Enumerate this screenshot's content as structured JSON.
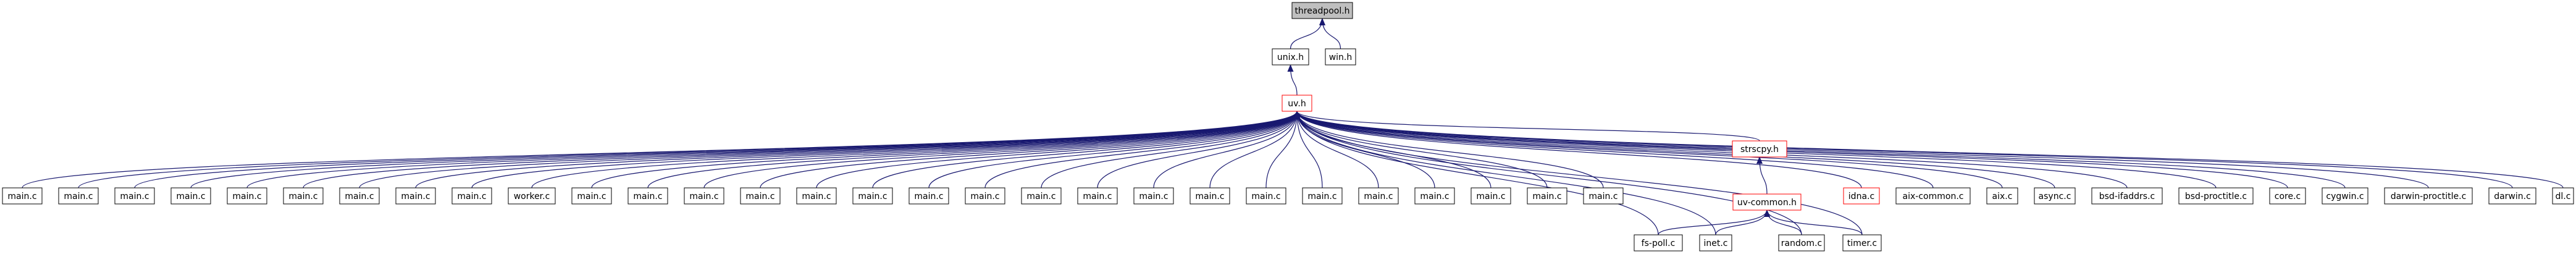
{
  "diagram": {
    "nodes": [
      {
        "id": "threadpool",
        "label": "threadpool.h",
        "style": "root"
      },
      {
        "id": "unix",
        "label": "unix.h",
        "style": "normal"
      },
      {
        "id": "win",
        "label": "win.h",
        "style": "normal"
      },
      {
        "id": "uv",
        "label": "uv.h",
        "style": "red"
      },
      {
        "id": "m1",
        "label": "main.c",
        "style": "normal"
      },
      {
        "id": "m2",
        "label": "main.c",
        "style": "normal"
      },
      {
        "id": "m3",
        "label": "main.c",
        "style": "normal"
      },
      {
        "id": "m4",
        "label": "main.c",
        "style": "normal"
      },
      {
        "id": "m5",
        "label": "main.c",
        "style": "normal"
      },
      {
        "id": "m6",
        "label": "main.c",
        "style": "normal"
      },
      {
        "id": "m7",
        "label": "main.c",
        "style": "normal"
      },
      {
        "id": "m8",
        "label": "main.c",
        "style": "normal"
      },
      {
        "id": "m9",
        "label": "main.c",
        "style": "normal"
      },
      {
        "id": "worker",
        "label": "worker.c",
        "style": "normal"
      },
      {
        "id": "m10",
        "label": "main.c",
        "style": "normal"
      },
      {
        "id": "m11",
        "label": "main.c",
        "style": "normal"
      },
      {
        "id": "m12",
        "label": "main.c",
        "style": "normal"
      },
      {
        "id": "m13",
        "label": "main.c",
        "style": "normal"
      },
      {
        "id": "m14",
        "label": "main.c",
        "style": "normal"
      },
      {
        "id": "m15",
        "label": "main.c",
        "style": "normal"
      },
      {
        "id": "m16",
        "label": "main.c",
        "style": "normal"
      },
      {
        "id": "m17",
        "label": "main.c",
        "style": "normal"
      },
      {
        "id": "m18",
        "label": "main.c",
        "style": "normal"
      },
      {
        "id": "m19",
        "label": "main.c",
        "style": "normal"
      },
      {
        "id": "m20",
        "label": "main.c",
        "style": "normal"
      },
      {
        "id": "m21",
        "label": "main.c",
        "style": "normal"
      },
      {
        "id": "m22",
        "label": "main.c",
        "style": "normal"
      },
      {
        "id": "m23",
        "label": "main.c",
        "style": "normal"
      },
      {
        "id": "m24",
        "label": "main.c",
        "style": "normal"
      },
      {
        "id": "m25",
        "label": "main.c",
        "style": "normal"
      },
      {
        "id": "m26",
        "label": "main.c",
        "style": "normal"
      },
      {
        "id": "m27",
        "label": "main.c",
        "style": "normal"
      },
      {
        "id": "m28",
        "label": "main.c",
        "style": "normal"
      },
      {
        "id": "strscpy",
        "label": "strscpy.h",
        "style": "red"
      },
      {
        "id": "idna",
        "label": "idna.c",
        "style": "red"
      },
      {
        "id": "aixcommon",
        "label": "aix-common.c",
        "style": "normal"
      },
      {
        "id": "aix",
        "label": "aix.c",
        "style": "normal"
      },
      {
        "id": "async",
        "label": "async.c",
        "style": "normal"
      },
      {
        "id": "bsdifaddrs",
        "label": "bsd-ifaddrs.c",
        "style": "normal"
      },
      {
        "id": "bsdproctitle",
        "label": "bsd-proctitle.c",
        "style": "normal"
      },
      {
        "id": "core",
        "label": "core.c",
        "style": "normal"
      },
      {
        "id": "cygwin",
        "label": "cygwin.c",
        "style": "normal"
      },
      {
        "id": "darwinproctitle",
        "label": "darwin-proctitle.c",
        "style": "normal"
      },
      {
        "id": "darwin",
        "label": "darwin.c",
        "style": "normal"
      },
      {
        "id": "dl",
        "label": "dl.c",
        "style": "normal"
      },
      {
        "id": "uvcommon",
        "label": "uv-common.h",
        "style": "red"
      },
      {
        "id": "fspoll",
        "label": "fs-poll.c",
        "style": "normal"
      },
      {
        "id": "inet",
        "label": "inet.c",
        "style": "normal"
      },
      {
        "id": "random",
        "label": "random.c",
        "style": "normal"
      },
      {
        "id": "timer",
        "label": "timer.c",
        "style": "normal"
      }
    ],
    "edges": [
      {
        "from": "unix",
        "to": "threadpool"
      },
      {
        "from": "win",
        "to": "threadpool"
      },
      {
        "from": "uv",
        "to": "unix"
      },
      {
        "from": "m1",
        "to": "uv"
      },
      {
        "from": "m2",
        "to": "uv"
      },
      {
        "from": "m3",
        "to": "uv"
      },
      {
        "from": "m4",
        "to": "uv"
      },
      {
        "from": "m5",
        "to": "uv"
      },
      {
        "from": "m6",
        "to": "uv"
      },
      {
        "from": "m7",
        "to": "uv"
      },
      {
        "from": "m8",
        "to": "uv"
      },
      {
        "from": "m9",
        "to": "uv"
      },
      {
        "from": "worker",
        "to": "uv"
      },
      {
        "from": "m10",
        "to": "uv"
      },
      {
        "from": "m11",
        "to": "uv"
      },
      {
        "from": "m12",
        "to": "uv"
      },
      {
        "from": "m13",
        "to": "uv"
      },
      {
        "from": "m14",
        "to": "uv"
      },
      {
        "from": "m15",
        "to": "uv"
      },
      {
        "from": "m16",
        "to": "uv"
      },
      {
        "from": "m17",
        "to": "uv"
      },
      {
        "from": "m18",
        "to": "uv"
      },
      {
        "from": "m19",
        "to": "uv"
      },
      {
        "from": "m20",
        "to": "uv"
      },
      {
        "from": "m21",
        "to": "uv"
      },
      {
        "from": "m22",
        "to": "uv"
      },
      {
        "from": "m23",
        "to": "uv"
      },
      {
        "from": "m24",
        "to": "uv"
      },
      {
        "from": "m25",
        "to": "uv"
      },
      {
        "from": "m26",
        "to": "uv"
      },
      {
        "from": "m27",
        "to": "uv"
      },
      {
        "from": "m28",
        "to": "uv"
      },
      {
        "from": "strscpy",
        "to": "uv"
      },
      {
        "from": "idna",
        "to": "uv"
      },
      {
        "from": "aixcommon",
        "to": "uv"
      },
      {
        "from": "aix",
        "to": "uv"
      },
      {
        "from": "async",
        "to": "uv"
      },
      {
        "from": "bsdifaddrs",
        "to": "uv"
      },
      {
        "from": "bsdproctitle",
        "to": "uv"
      },
      {
        "from": "core",
        "to": "uv"
      },
      {
        "from": "cygwin",
        "to": "uv"
      },
      {
        "from": "darwinproctitle",
        "to": "uv"
      },
      {
        "from": "darwin",
        "to": "uv"
      },
      {
        "from": "dl",
        "to": "uv"
      },
      {
        "from": "uvcommon",
        "to": "strscpy"
      },
      {
        "from": "fspoll",
        "to": "uv"
      },
      {
        "from": "inet",
        "to": "uv"
      },
      {
        "from": "random",
        "to": "uv"
      },
      {
        "from": "timer",
        "to": "uv"
      },
      {
        "from": "fspoll",
        "to": "uvcommon"
      },
      {
        "from": "inet",
        "to": "uvcommon"
      },
      {
        "from": "random",
        "to": "uvcommon"
      },
      {
        "from": "timer",
        "to": "uvcommon"
      }
    ],
    "colors": {
      "edge": "#191970",
      "node_border": "#000000",
      "node_red_border": "#ff0000",
      "root_fill": "#bfbfbf",
      "node_fill": "#ffffff"
    }
  }
}
